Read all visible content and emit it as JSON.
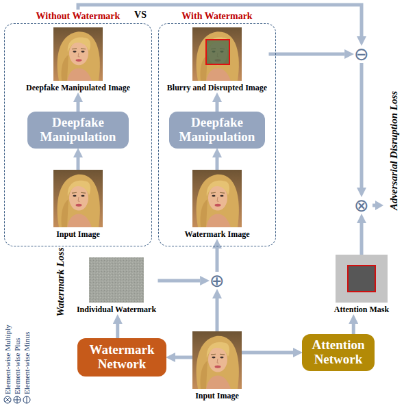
{
  "diagram": {
    "nodes": [
      {
        "text": [
          "Without Watermark"
        ]
      },
      {
        "text": [
          "Deepfake Manipulated Image"
        ],
        "in": 0
      },
      {
        "text": [
          "Deepfake Manipulation"
        ],
        "in": 0
      },
      {
        "text": [
          "Input Image"
        ],
        "in": 0
      },
      {
        "text": [
          "With Watermark"
        ]
      },
      {
        "text": [
          "Blurry and Disrupted Image"
        ],
        "in": 4
      },
      {
        "text": [
          "Deepfake Manipulation"
        ],
        "in": 4
      },
      {
        "text": [
          "Watermark Image"
        ],
        "in": 4
      },
      {
        "text": [
          "⊖"
        ]
      },
      {
        "text": [
          "⊗"
        ]
      },
      {
        "text": [
          "Individual Watermark"
        ]
      },
      {
        "text": [
          "⊕"
        ]
      },
      {
        "text": [
          "Attention Mask"
        ]
      },
      {
        "text": [
          "Watermark Network"
        ]
      },
      {
        "text": [
          "Input Image"
        ]
      },
      {
        "text": [
          "Attention Network"
        ]
      }
    ],
    "edges": [
      {
        "from": 3,
        "to": 2,
        "arrow": "to"
      },
      {
        "from": 2,
        "to": 1,
        "arrow": "to"
      },
      {
        "from": 7,
        "to": 6,
        "arrow": "to"
      },
      {
        "from": 6,
        "to": 5,
        "arrow": "to"
      },
      {
        "from": 0,
        "to": 8,
        "arrow": "to"
      },
      {
        "from": 5,
        "to": 8,
        "arrow": "to"
      },
      {
        "from": 8,
        "to": 9,
        "arrow": "to"
      },
      {
        "from": 12,
        "to": 9,
        "arrow": "to"
      },
      {
        "from": 14,
        "to": 13,
        "arrow": "to"
      },
      {
        "from": 14,
        "to": 15,
        "arrow": "to"
      },
      {
        "from": 13,
        "to": 10,
        "arrow": "to"
      },
      {
        "from": 15,
        "to": 12,
        "arrow": "to"
      },
      {
        "from": 10,
        "to": 11,
        "arrow": "to"
      },
      {
        "from": 14,
        "to": 11,
        "arrow": "to"
      },
      {
        "from": 11,
        "to": 7,
        "arrow": "to"
      }
    ],
    "labels": [
      "VS",
      "Watermark Loss",
      "Adversarial Disruption Loss"
    ],
    "legend": [
      {
        "text": "Element-wise Multiply"
      },
      {
        "text": "Element-wise Plus"
      },
      {
        "text": "Element-wise Minus"
      }
    ]
  }
}
